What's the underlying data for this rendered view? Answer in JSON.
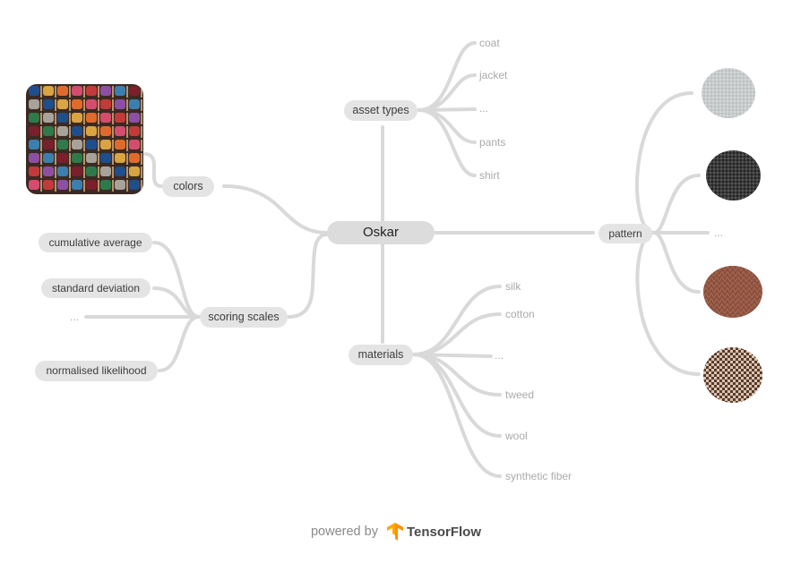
{
  "root": {
    "label": "Oskar"
  },
  "branches": {
    "asset_types": {
      "label": "asset types",
      "children": [
        "coat",
        "jacket",
        "...",
        "pants",
        "shirt"
      ]
    },
    "materials": {
      "label": "materials",
      "children": [
        "silk",
        "cotton",
        "...",
        "tweed",
        "wool",
        "synthetic fiber"
      ]
    },
    "colors": {
      "label": "colors",
      "image": "thread-spools-image"
    },
    "scoring_scales": {
      "label": "scoring scales",
      "children": [
        "cumulative average",
        "standard deviation",
        "...",
        "normalised likelihood"
      ]
    },
    "pattern": {
      "label": "pattern",
      "ellipsis": "...",
      "swatches": [
        {
          "name": "light-grey-melange",
          "color": "#c9cccd"
        },
        {
          "name": "dark-charcoal-tweed",
          "color": "#3a3a3a"
        },
        {
          "name": "brown-herringbone",
          "color": "#8a4f3c"
        },
        {
          "name": "houndstooth-brown",
          "color": "#7a5a46"
        }
      ]
    }
  },
  "footer": {
    "powered_by": "powered by",
    "brand": "TensorFlow",
    "brand_color": "#ff8f00"
  }
}
